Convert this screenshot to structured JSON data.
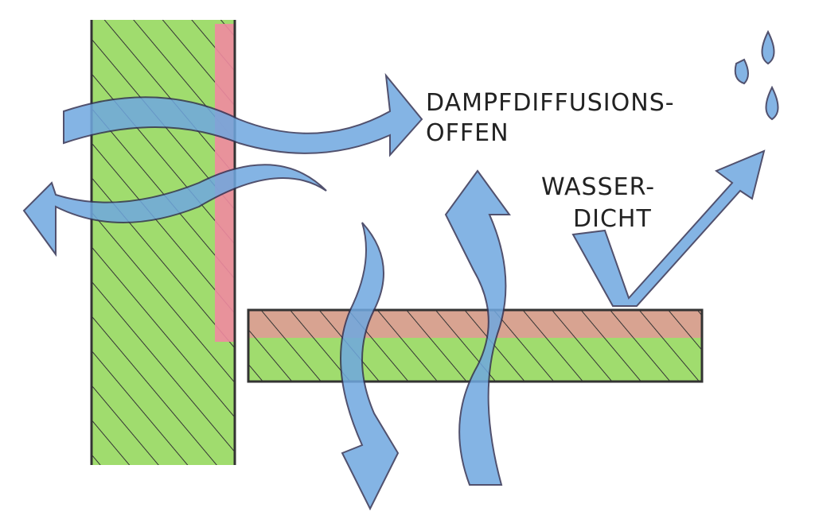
{
  "labels": {
    "line1": "DAMPFDIFFUSIONS-",
    "line2": "OFFEN",
    "water1": "WASSER-",
    "water2": "DICHT"
  },
  "colors": {
    "green": "#8fd655",
    "red": "#f08aa0",
    "blue": "#6fa8e0",
    "ink": "#333333"
  }
}
